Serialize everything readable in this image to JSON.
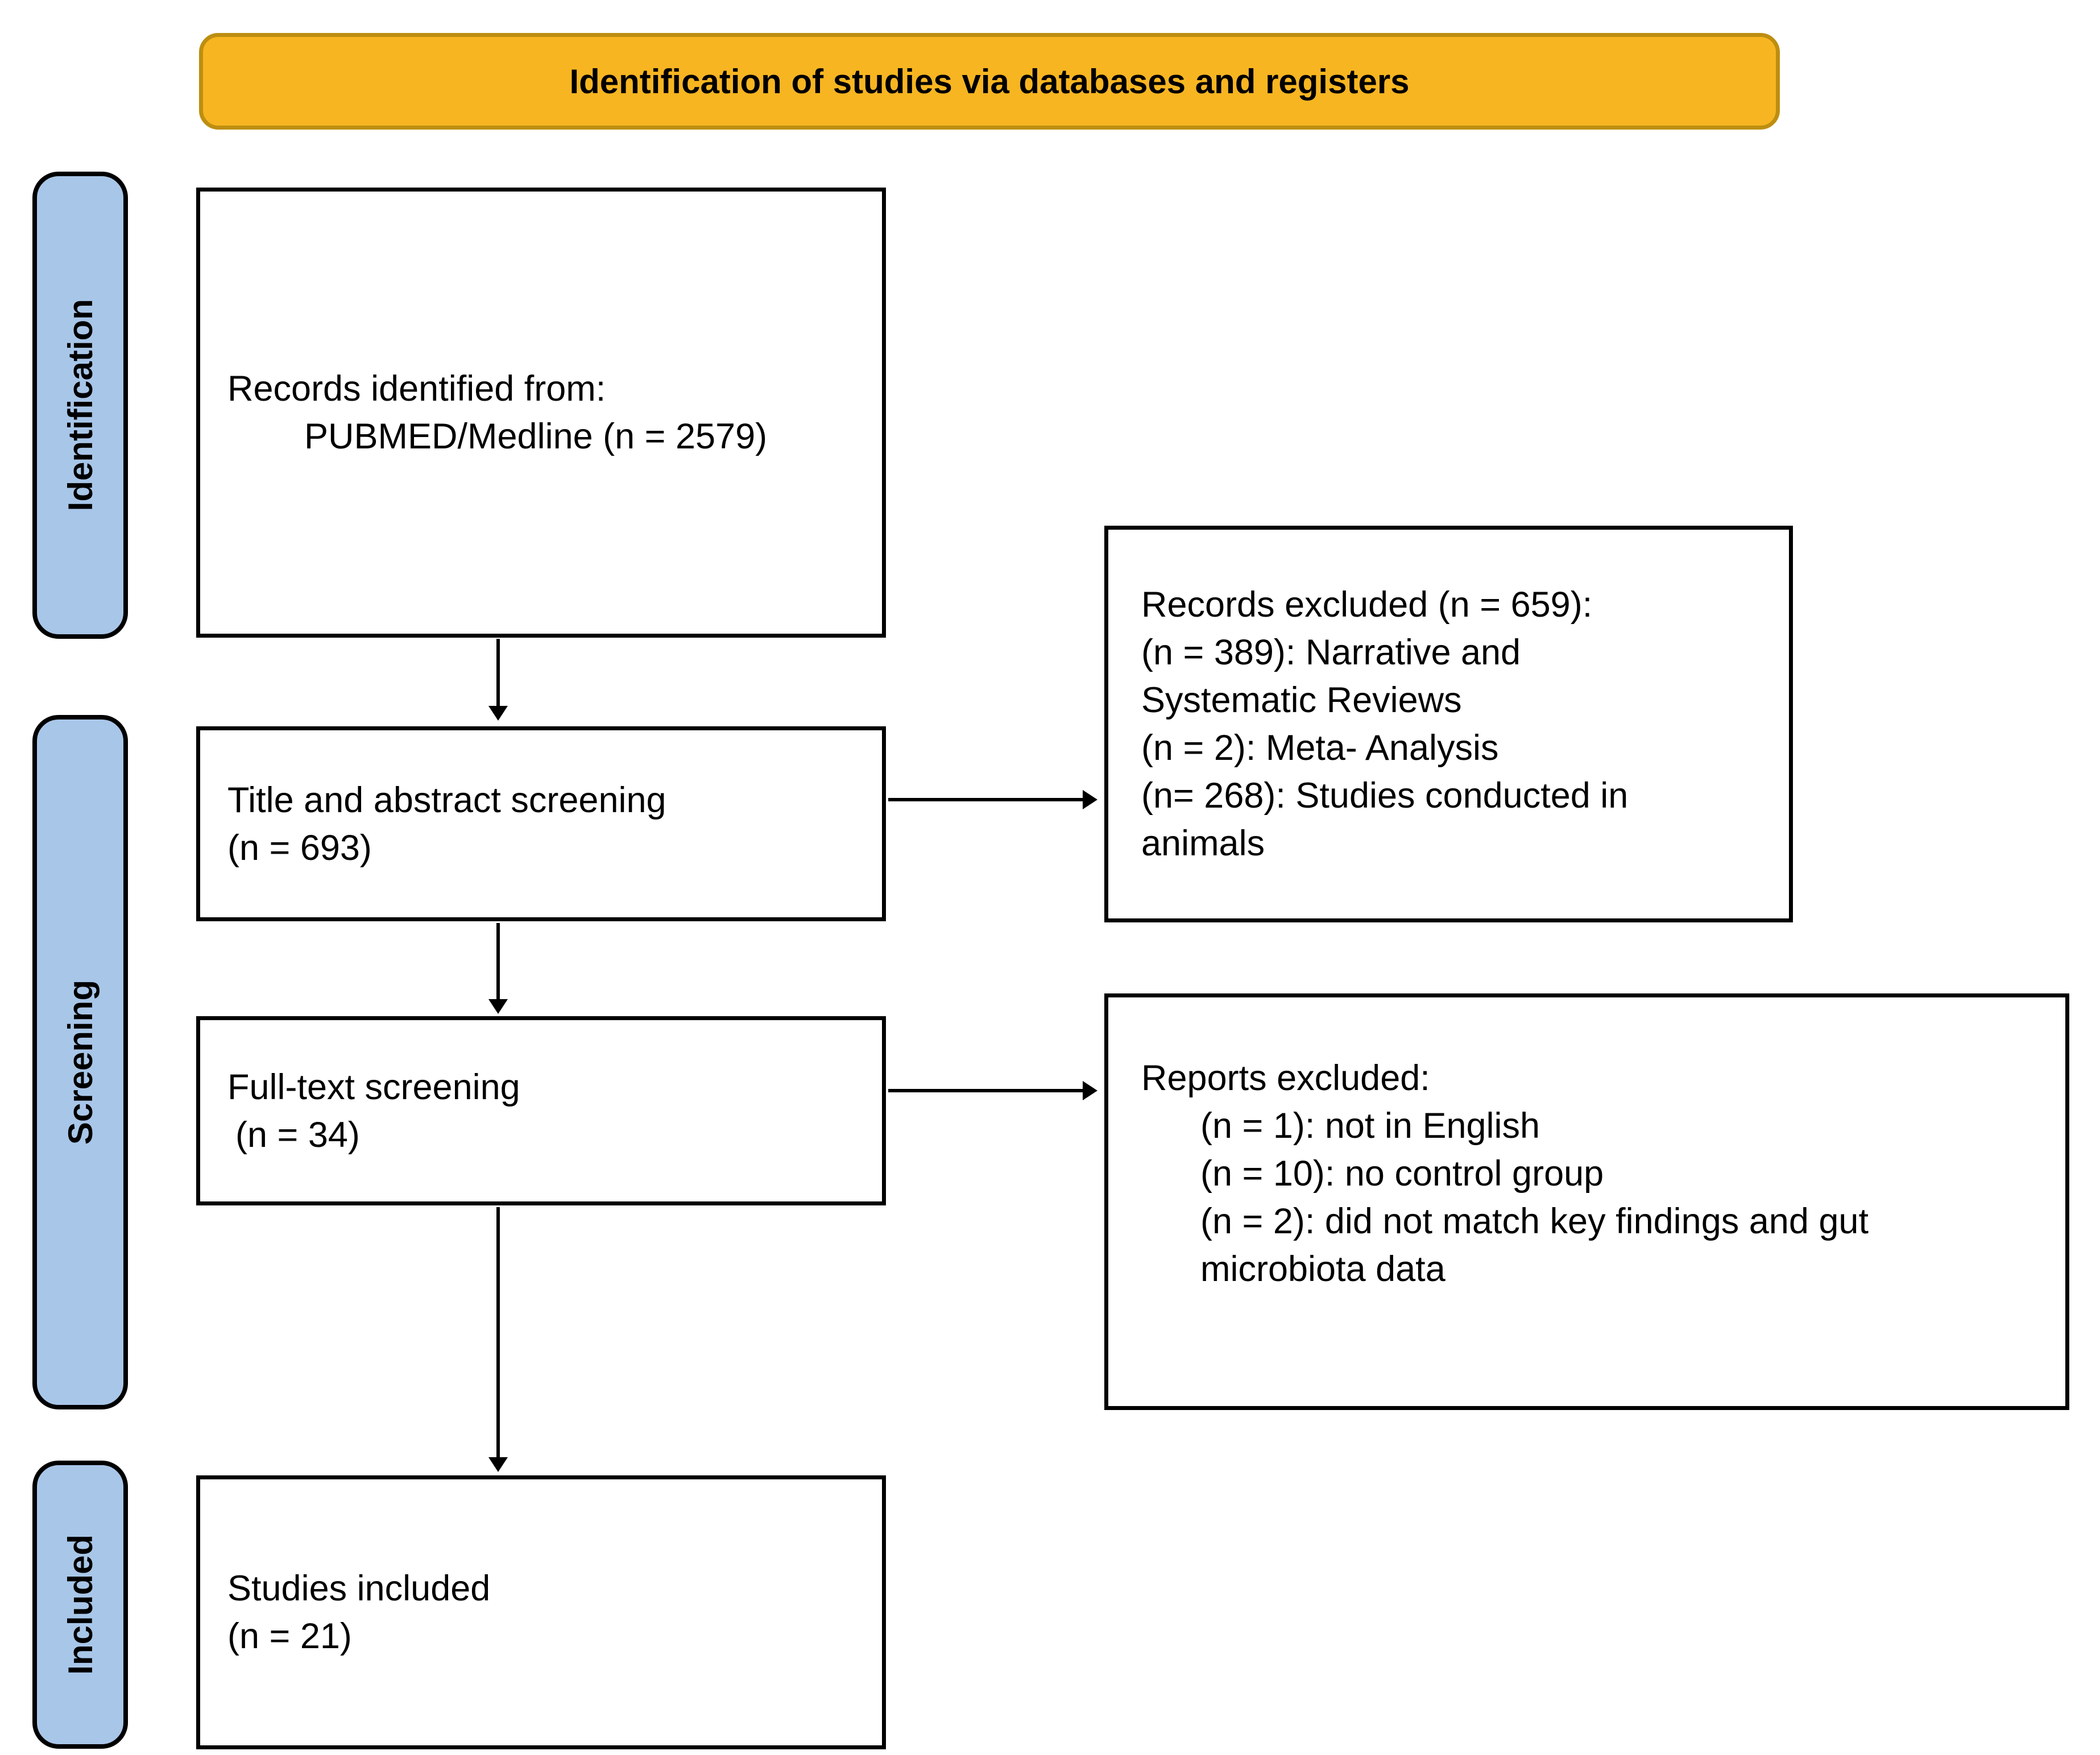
{
  "banner": {
    "label": "Identification of studies via databases and registers"
  },
  "stages": [
    {
      "label": "Identification"
    },
    {
      "label": "Screening"
    },
    {
      "label": "Included"
    }
  ],
  "boxes": {
    "records_identified": {
      "lines": [
        "Records identified from:",
        "PUBMED/Medline (n = 2579)"
      ]
    },
    "title_abstract_screening": {
      "lines": [
        "Title and abstract screening",
        "(n = 693)"
      ]
    },
    "records_excluded": {
      "lines": [
        "Records excluded (n = 659):",
        "(n = 389): Narrative and",
        "Systematic Reviews",
        "(n = 2): Meta- Analysis",
        "(n= 268): Studies conducted in",
        "animals"
      ]
    },
    "full_text_screening": {
      "lines": [
        "Full-text screening",
        "(n = 34)"
      ]
    },
    "reports_excluded": {
      "title": "Reports excluded:",
      "items": [
        "(n = 1): not in English",
        "(n = 10): no control group",
        "(n = 2): did not match key findings and gut microbiota data"
      ]
    },
    "studies_included": {
      "lines": [
        "Studies included",
        "(n = 21)"
      ]
    }
  },
  "colors": {
    "banner_fill": "#F7B521",
    "banner_border": "#BD8E10",
    "stage_fill": "#A8C6E8",
    "text": "#000000"
  }
}
